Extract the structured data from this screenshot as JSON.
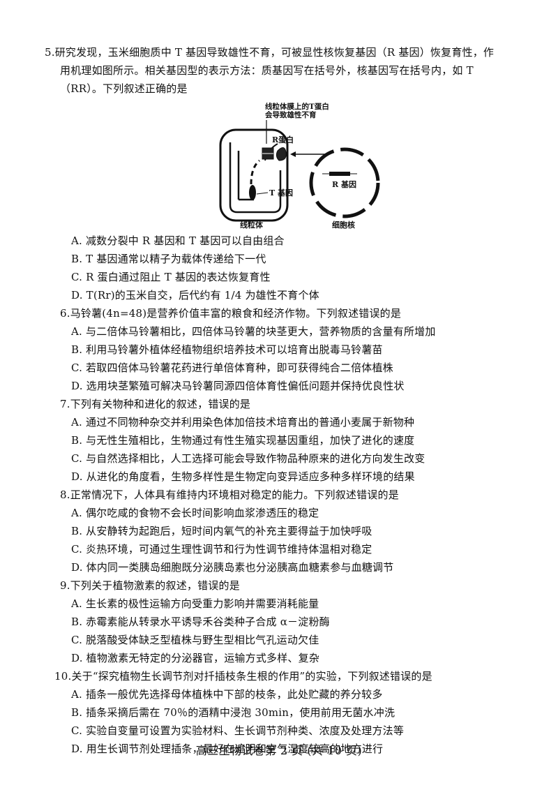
{
  "q5": {
    "stem": [
      "5.研究发现，玉米细胞质中 T 基因导致雄性不育，可被显性核恢复基因（R 基因）恢复育性，作",
      "用机理如图所示。相关基因型的表示方法：质基因写在括号外，核基因写在括号内，如 T",
      "（RR）。下列叙述正确的是"
    ],
    "figure": {
      "label_t_protein": [
        "线粒体膜上的T蛋白",
        "会导致雄性不育"
      ],
      "label_r_protein": "R蛋白",
      "label_t_gene": "T 基因",
      "label_r_gene": "R 基因",
      "label_mito": "线粒体",
      "label_nucleus": "细胞核"
    },
    "options": [
      "A. 减数分裂中 R 基因和 T 基因可以自由组合",
      "B. T 基因通常以精子为载体传递给下一代",
      "C. R 蛋白通过阻止 T 基因的表达恢复育性",
      "D. T(Rr)的玉米自交，后代约有 1/4 为雄性不育个体"
    ]
  },
  "q6": {
    "stem": "6.马铃薯(4n=48)是营养价值丰富的粮食和经济作物。下列叙述错误的是",
    "options": [
      "A. 与二倍体马铃薯相比，四倍体马铃薯的块茎更大，营养物质的含量有所增加",
      "B. 利用马铃薯外植体经植物组织培养技术可以培育出脱毒马铃薯苗",
      "C. 若取四倍体马铃薯花药进行单倍体育种，即可获得纯合二倍体植株",
      "D. 选用块茎繁殖可解决马铃薯同源四倍体育性偏低问题并保持优良性状"
    ]
  },
  "q7": {
    "stem": "7.下列有关物种和进化的叙述，错误的是",
    "options": [
      "A. 通过不同物种杂交并利用染色体加倍技术培育出的普通小麦属于新物种",
      "B. 与无性生殖相比，生物通过有性生殖实现基因重组，加快了进化的速度",
      "C. 与自然选择相比，人工选择可能会导致作物品种原来的进化方向发生改变",
      "D. 从进化的角度看，生物多样性是生物定向变异适应多种多样环境的结果"
    ]
  },
  "q8": {
    "stem": "8.正常情况下，人体具有维持内环境相对稳定的能力。下列叙述错误的是",
    "options": [
      "A. 偶尔吃咸的食物不会长时间影响血浆渗透压的稳定",
      "B. 从安静转为起跑后，短时间内氧气的补充主要得益于加快呼吸",
      "C. 炎热环境，可通过生理性调节和行为性调节维持体温相对稳定",
      "D. 体内同一类胰岛细胞既分泌胰岛素也分泌胰高血糖素参与血糖调节"
    ]
  },
  "q9": {
    "stem": "9.下列关于植物激素的叙述，错误的是",
    "options": [
      "A. 生长素的极性运输方向受重力影响并需要消耗能量",
      "B. 赤霉素能从转录水平诱导禾谷类种子合成 α－淀粉酶",
      "C. 脱落酸受体缺乏型植株与野生型相比气孔运动欠佳",
      "D. 植物激素无特定的分泌器官，运输方式多样、复杂"
    ]
  },
  "q10": {
    "stem": "10.关于“探究植物生长调节剂对扦插枝条生根的作用”的实验，下列叙述错误的是",
    "options": [
      "A. 插条一般优先选择母体植株中下部的枝条，此处贮藏的养分较多",
      "B. 插条采摘后需在 70％的酒精中浸泡 30min，使用前用无菌水冲洗",
      "C. 实验自变量可设置为实验材料、生长调节剂种类、浓度及处理方法等",
      "D. 用生长调节剂处理插条，最好在遮阴和空气湿度较高的地方进行"
    ]
  },
  "footer": "高三生物试卷第 2 页 (共 10 页)"
}
